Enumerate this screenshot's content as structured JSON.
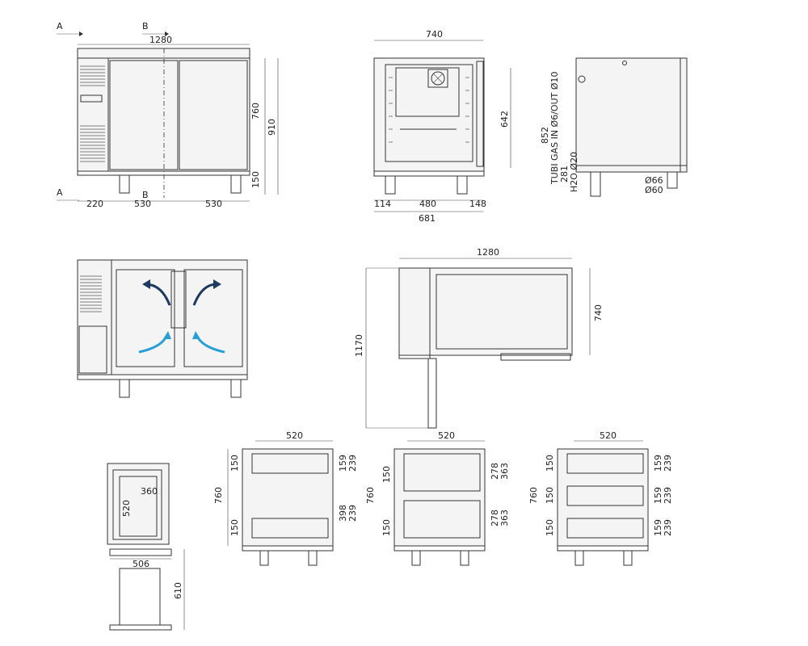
{
  "section_markers": [
    "A",
    "B",
    "A",
    "B"
  ],
  "front_view": {
    "dims": [
      "1280",
      "760",
      "910",
      "150",
      "220",
      "530",
      "530"
    ]
  },
  "side_view": {
    "dims": [
      "740",
      "642",
      "114",
      "480",
      "148",
      "681"
    ]
  },
  "rear_view": {
    "dims": [
      "852",
      "TUBI GAS IN Ø6/OUT Ø10",
      "281",
      "H2O Ø20",
      "Ø66",
      "Ø60"
    ]
  },
  "top_view": {
    "dims": [
      "1280",
      "740",
      "1170"
    ]
  },
  "tray_view": {
    "dims": [
      "360",
      "520",
      "506",
      "610"
    ]
  },
  "config_views": [
    {
      "dims": [
        "520",
        "760",
        "150",
        "150",
        "159",
        "239",
        "398",
        "239"
      ]
    },
    {
      "dims": [
        "520",
        "760",
        "150",
        "150",
        "278",
        "363",
        "278",
        "363"
      ]
    },
    {
      "dims": [
        "520",
        "760",
        "150",
        "150",
        "150",
        "159",
        "239",
        "159",
        "239",
        "159",
        "239"
      ]
    }
  ],
  "airflow_colors": {
    "warm": "#1f3a5f",
    "cool": "#2a9fd6"
  }
}
